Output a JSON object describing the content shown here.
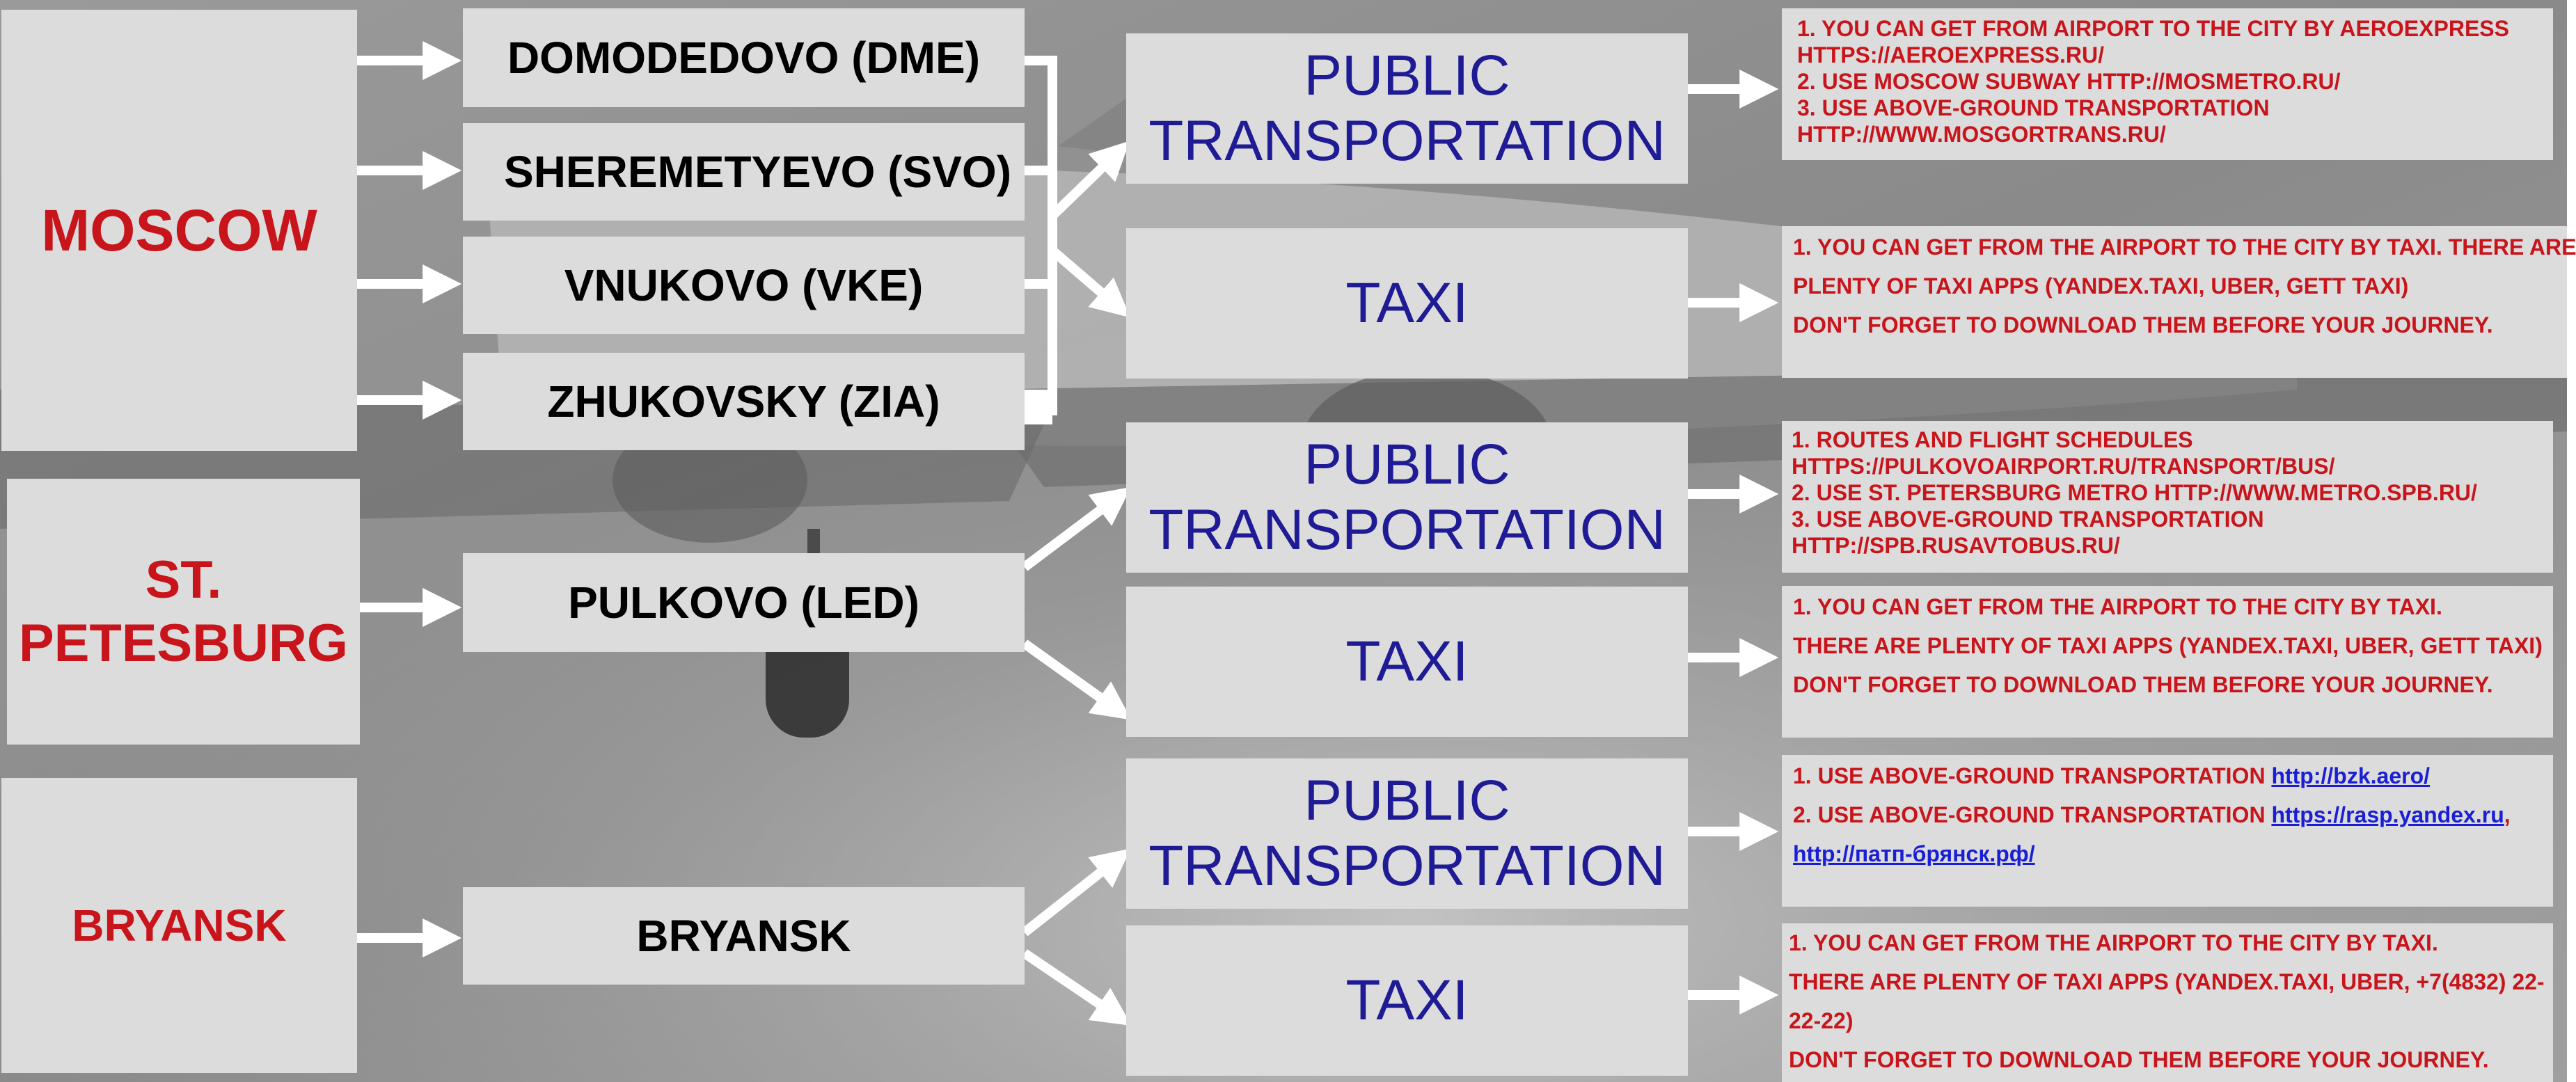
{
  "cities": {
    "moscow": "MOSCOW",
    "spb_line1": "ST.",
    "spb_line2": "PETESBURG",
    "bryansk": "BRYANSK"
  },
  "airports": {
    "dme": "DOMODEDOVO (DME)",
    "svo": "SHEREMETYEVO (SVO)",
    "vke": "VNUKOVO (VKE)",
    "zia": "ZHUKOVSKY (ZIA)",
    "led": "PULKOVO (LED)",
    "bryansk": "BRYANSK"
  },
  "transport": {
    "public_line1": "PUBLIC",
    "public_line2": "TRANSPORTATION",
    "taxi": "TAXI"
  },
  "info": {
    "moscow_public": [
      "1. YOU CAN GET FROM AIRPORT TO THE CITY BY AEROEXPRESS",
      "HTTPS://AEROEXPRESS.RU/",
      "2. USE MOSCOW SUBWAY HTTP://MOSMETRO.RU/",
      "3. USE ABOVE-GROUND TRANSPORTATION",
      "HTTP://WWW.MOSGORTRANS.RU/"
    ],
    "moscow_taxi": [
      "1. YOU CAN GET FROM THE AIRPORT TO THE CITY BY TAXI. THERE ARE",
      "PLENTY OF TAXI  APPS (YANDEX.TAXI, UBER, GETT TAXI)",
      "DON'T FORGET TO DOWNLOAD THEM BEFORE YOUR JOURNEY."
    ],
    "spb_public": [
      "1. ROUTES AND FLIGHT SCHEDULES",
      "HTTPS://PULKOVOAIRPORT.RU/TRANSPORT/BUS/",
      "2. USE ST. PETERSBURG  METRO  HTTP://WWW.METRO.SPB.RU/",
      "3. USE ABOVE-GROUND TRANSPORTATION",
      "HTTP://SPB.RUSAVTOBUS.RU/"
    ],
    "spb_taxi": [
      "1.  YOU CAN GET FROM THE AIRPORT TO THE CITY BY TAXI.",
      "THERE ARE PLENTY OF TAXI  APPS (YANDEX.TAXI, UBER, GETT TAXI)",
      "DON'T FORGET TO DOWNLOAD THEM BEFORE YOUR JOURNEY."
    ],
    "bryansk_public": {
      "line1_text": "1.  USE ABOVE-GROUND TRANSPORTATION  ",
      "line1_link": "http://bzk.aero/",
      "line2_text": "2. USE ABOVE-GROUND TRANSPORTATION  ",
      "line2_link": "https://rasp.yandex.ru",
      "line2_sep": ",",
      "line3_link": "http://патп-брянск.рф/"
    },
    "bryansk_taxi": [
      "1.  YOU CAN GET FROM THE AIRPORT TO THE CITY BY TAXI.",
      "THERE ARE PLENTY OF TAXI  APPS (YANDEX.TAXI, UBER, +7(4832) 22-",
      "22-22)",
      "DON'T FORGET TO DOWNLOAD THEM BEFORE YOUR JOURNEY."
    ]
  },
  "colors": {
    "city_text": "#c8151b",
    "transport_text": "#1f1b95",
    "info_text": "#c8151b",
    "link": "#1a1fd6",
    "box_bg": "#dcdcdc",
    "arrow": "#ffffff"
  }
}
